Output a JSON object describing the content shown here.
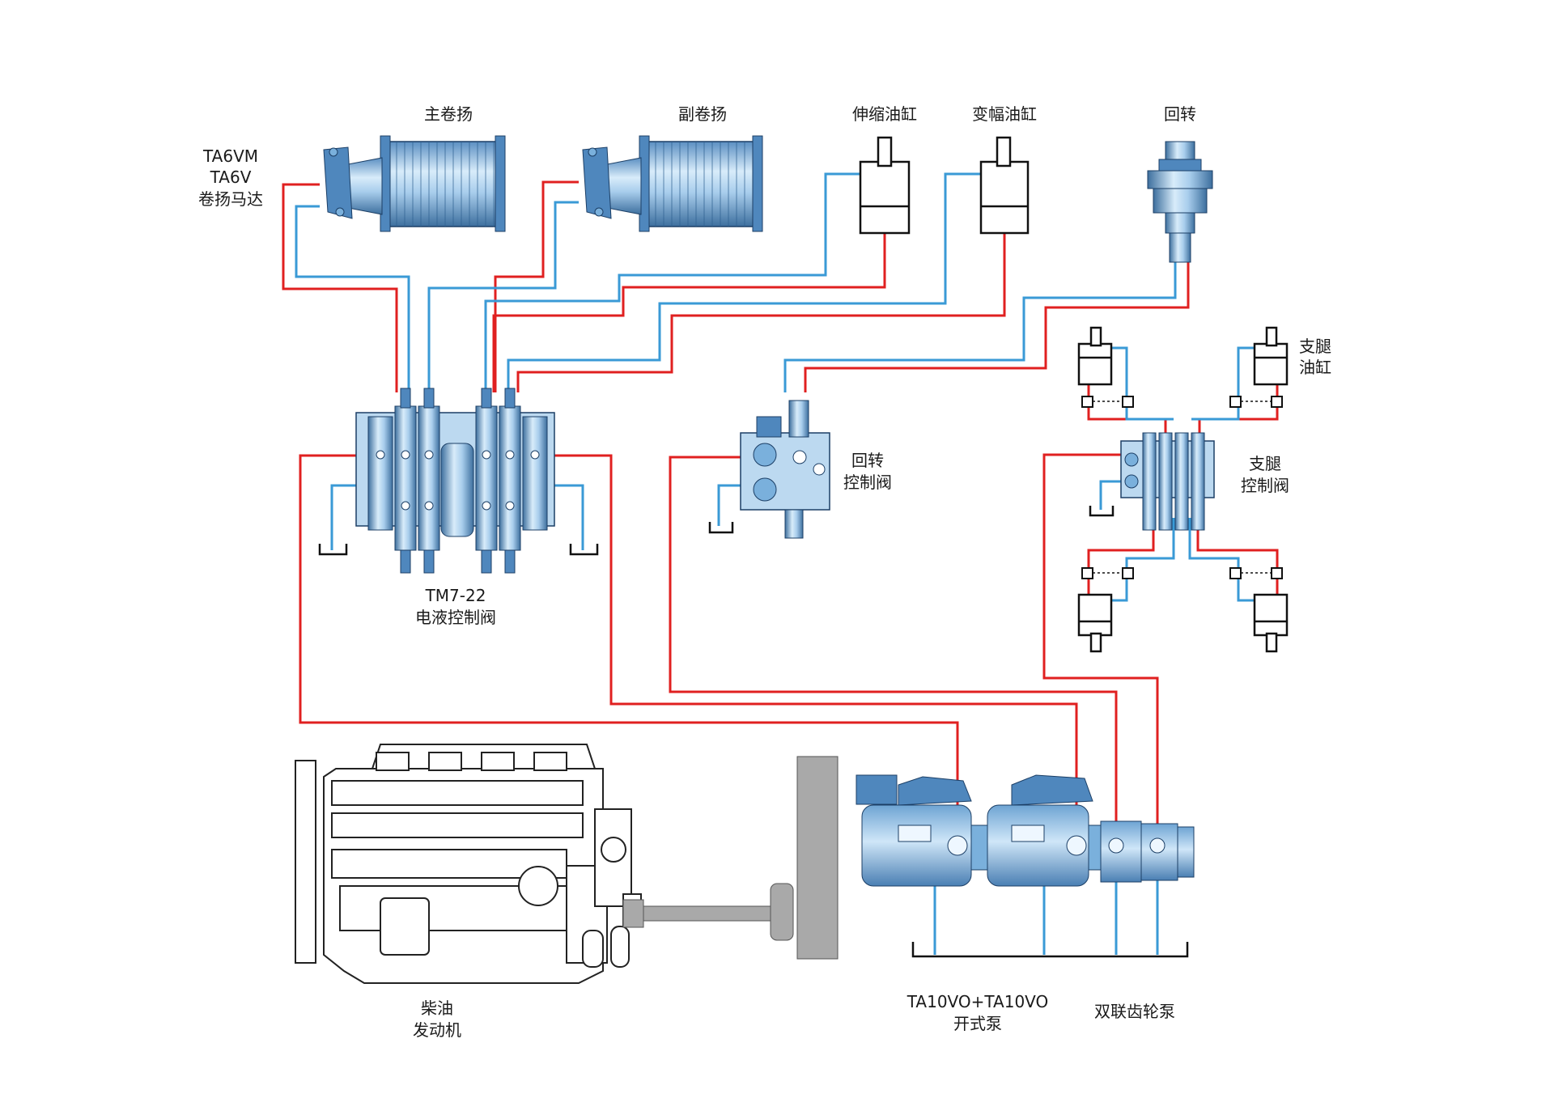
{
  "labels": {
    "main_winch": "主卷扬",
    "aux_winch": "副卷扬",
    "telescopic_cylinder": "伸缩油缸",
    "luffing_cylinder": "变幅油缸",
    "slewing": "回转",
    "motor": [
      "TA6VM",
      "TA6V",
      "卷扬马达"
    ],
    "outrigger_cylinder": [
      "支腿",
      "油缸"
    ],
    "outrigger_valve": [
      "支腿",
      "控制阀"
    ],
    "slewing_valve": [
      "回转",
      "控制阀"
    ],
    "main_valve": [
      "TM7-22",
      "电液控制阀"
    ],
    "engine": [
      "柴油",
      "发动机"
    ],
    "open_pump": [
      "TA10VO+TA10VO",
      "开式泵"
    ],
    "gear_pump": "双联齿轮泵"
  },
  "colors": {
    "pressure_line": "#e02020",
    "return_line": "#3a9ad6",
    "component_fill": "#bcd9f0",
    "component_dark": "#4f87bd",
    "component_edge": "#1c3f66",
    "engine_stroke": "#222222",
    "flywheel": "#a9a9a9"
  }
}
